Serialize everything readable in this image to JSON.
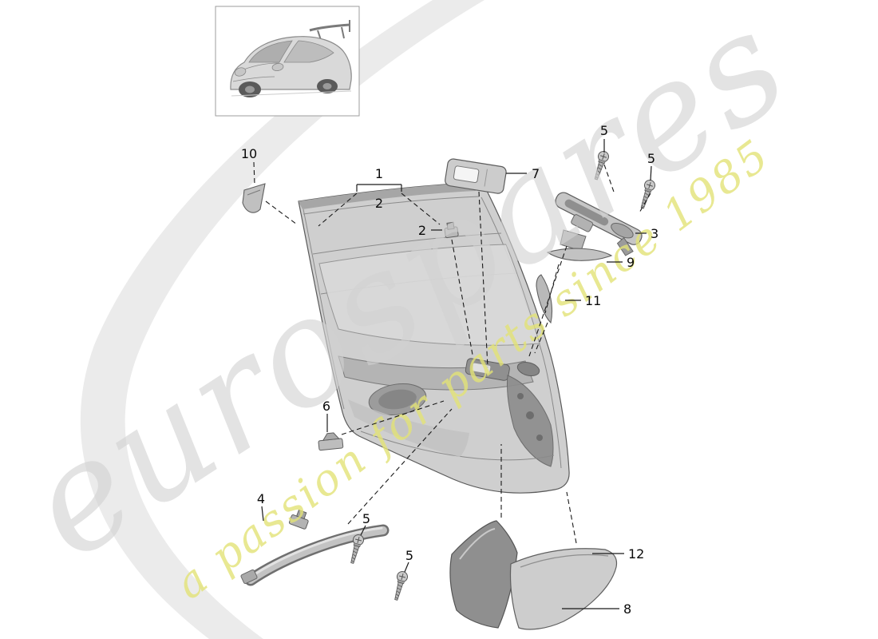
{
  "watermark": {
    "brand": "eurospares",
    "tagline": "a passion for parts since 1985",
    "brand_color": "#d2d2d2",
    "tagline_color": "#e3e377"
  },
  "callouts": {
    "c10": "10",
    "c1": "1",
    "c2_group": "2",
    "c7": "7",
    "c2_clip": "2",
    "c5_top_left": "5",
    "c5_top_right": "5",
    "c3": "3",
    "c9": "9",
    "c11": "11",
    "c6": "6",
    "c4": "4",
    "c5_mid": "5",
    "c5_low": "5",
    "c12": "12",
    "c8": "8"
  }
}
